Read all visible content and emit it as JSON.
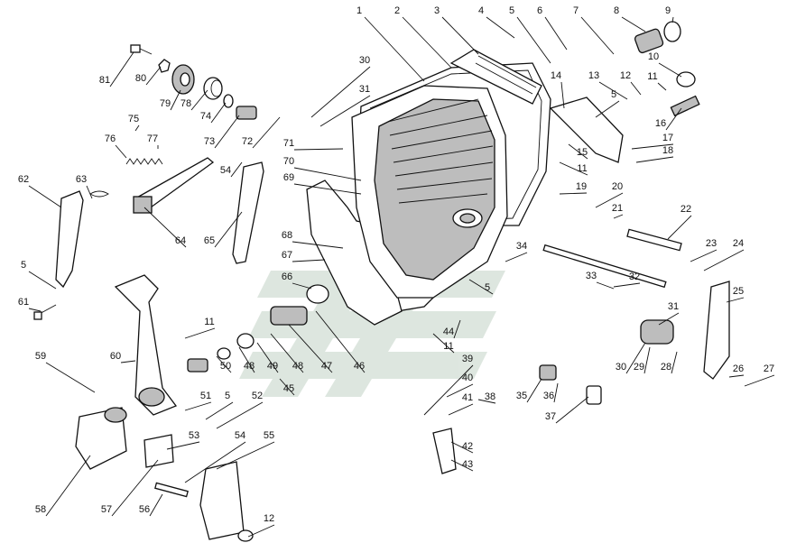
{
  "diagram": {
    "type": "exploded-parts-diagram",
    "part_numbers": [
      "1",
      "2",
      "3",
      "4",
      "5",
      "6",
      "7",
      "8",
      "9",
      "10",
      "11",
      "12",
      "13",
      "14",
      "15",
      "16",
      "17",
      "18",
      "19",
      "20",
      "21",
      "22",
      "23",
      "24",
      "25",
      "26",
      "27",
      "28",
      "29",
      "30",
      "31",
      "32",
      "33",
      "34",
      "35",
      "36",
      "37",
      "38",
      "39",
      "40",
      "41",
      "42",
      "43",
      "44",
      "45",
      "46",
      "47",
      "48",
      "49",
      "50",
      "51",
      "52",
      "53",
      "54",
      "55",
      "56",
      "57",
      "58",
      "59",
      "60",
      "61",
      "62",
      "63",
      "64",
      "65",
      "66",
      "67",
      "68",
      "69",
      "70",
      "71",
      "72",
      "73",
      "74",
      "75",
      "76",
      "77",
      "78",
      "79",
      "80",
      "81"
    ]
  }
}
